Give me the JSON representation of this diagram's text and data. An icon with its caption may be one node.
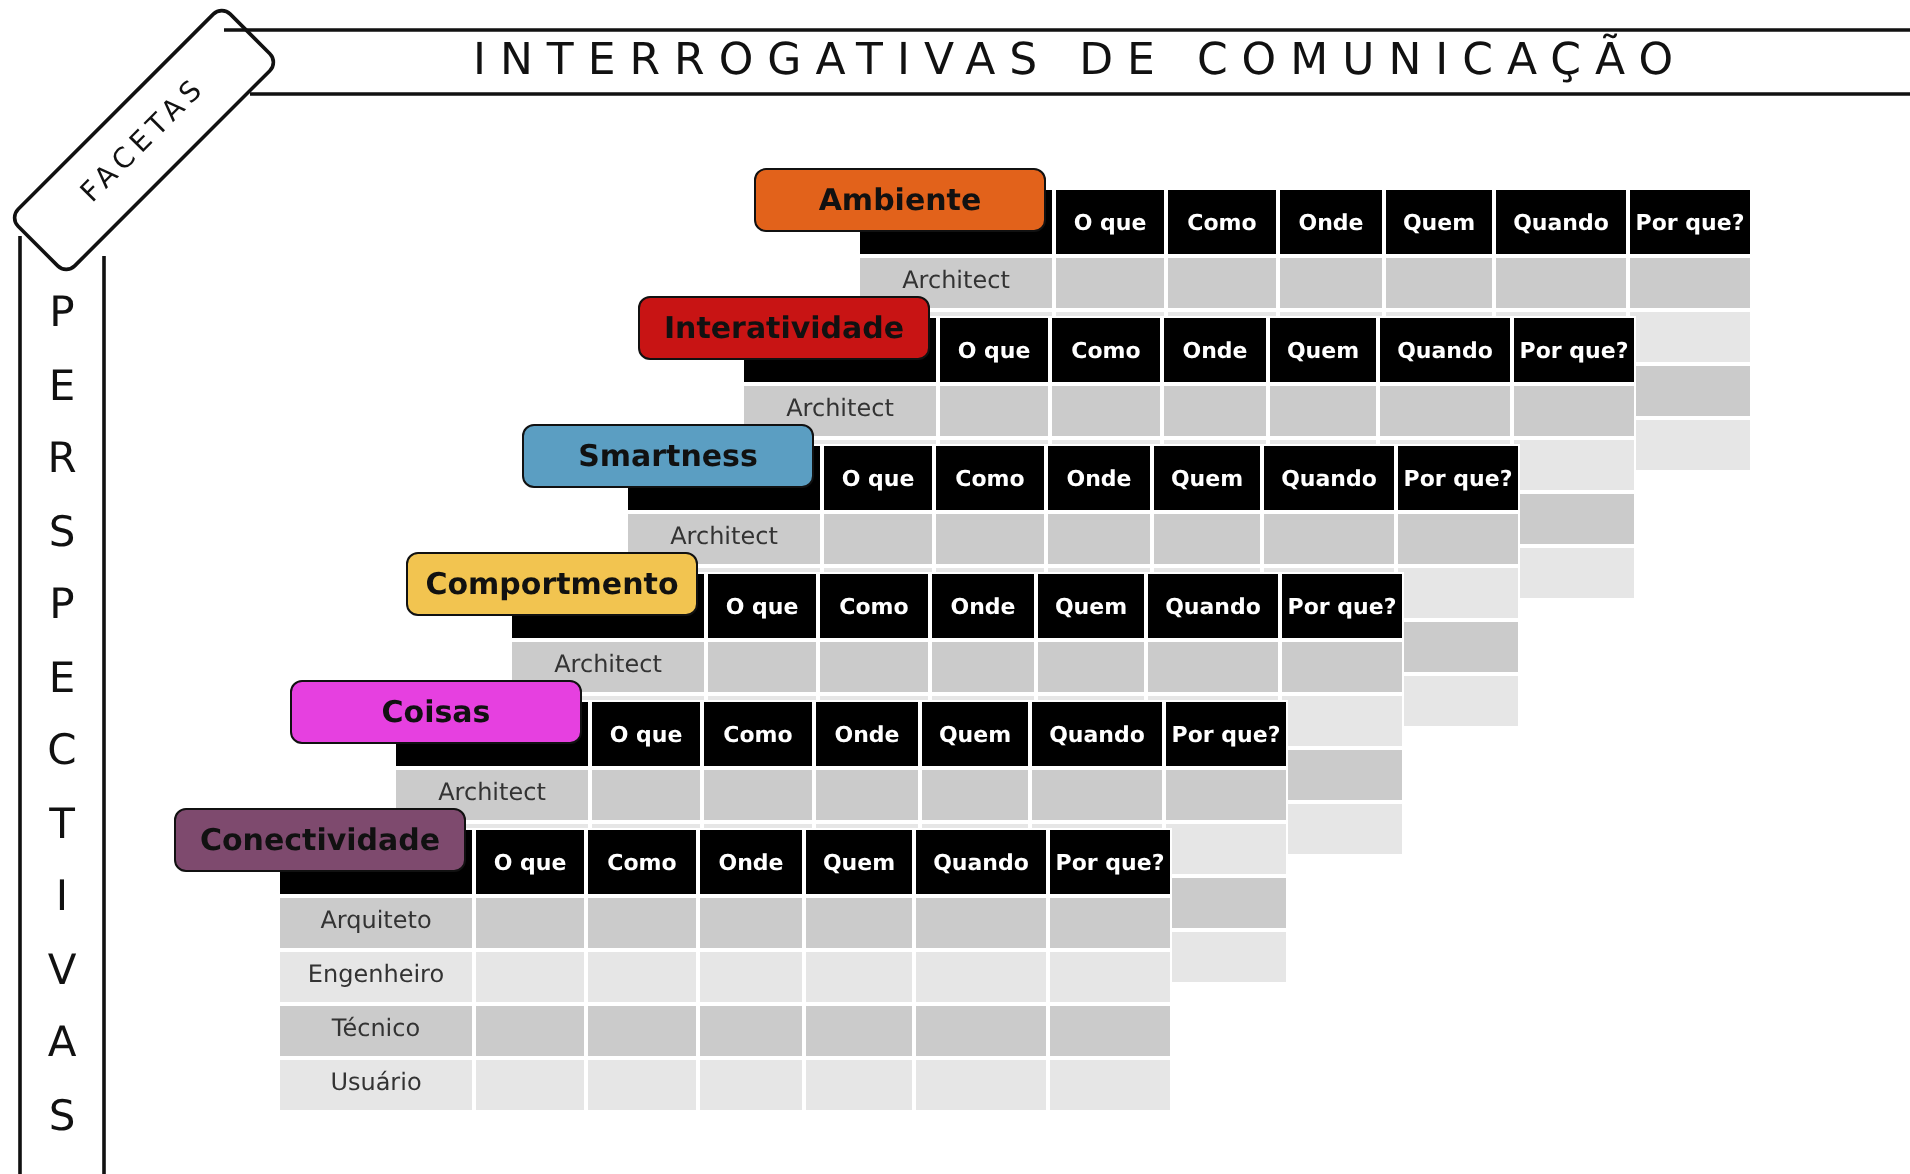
{
  "diagram": {
    "title": "INTERROGATIVAS DE COMUNICAÇÃO",
    "nodes": [
      {
        "text": [
          "Ambiente"
        ]
      },
      {
        "text": [
          "Interatividade"
        ]
      },
      {
        "text": [
          "Smartness"
        ]
      },
      {
        "text": [
          "Comportmento"
        ]
      },
      {
        "text": [
          "Coisas"
        ]
      },
      {
        "text": [
          "Conectividade"
        ]
      }
    ],
    "labels": [
      "FACETAS",
      "PERSPECTIVAS",
      "O que",
      "Como",
      "Onde",
      "Quem",
      "Quando",
      "Por que?",
      "Architect",
      "O que",
      "Como",
      "Onde",
      "Quem",
      "Quando",
      "Por que?",
      "Architect",
      "O que",
      "Como",
      "Onde",
      "Quem",
      "Quando",
      "Por que?",
      "Architect",
      "O que",
      "Como",
      "Onde",
      "Quem",
      "Quando",
      "Por que?",
      "Architect",
      "O que",
      "Como",
      "Onde",
      "Quem",
      "Quando",
      "Por que?",
      "Architect",
      "O que",
      "Como",
      "Onde",
      "Quem",
      "Quando",
      "Por que?",
      "Arquiteto",
      "Engenheiro",
      "Técnico",
      "Usuário"
    ]
  }
}
